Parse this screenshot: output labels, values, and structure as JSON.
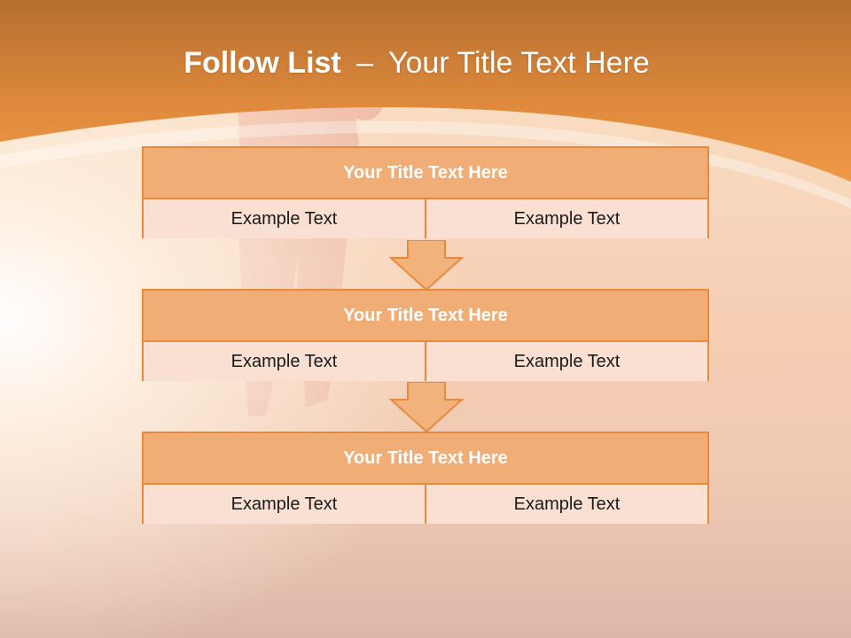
{
  "slide": {
    "title_bold": "Follow List",
    "title_separator": "–",
    "title_rest": "Your Title Text Here"
  },
  "blocks": [
    {
      "title": "Your Title Text Here",
      "left": "Example Text",
      "right": "Example Text"
    },
    {
      "title": "Your Title Text Here",
      "left": "Example Text",
      "right": "Example Text"
    },
    {
      "title": "Your Title Text Here",
      "left": "Example Text",
      "right": "Example Text"
    }
  ],
  "colors": {
    "accent_orange": "#e8893e",
    "header_fill": "#f0ae76",
    "cell_fill": "#f9e0d2",
    "arrow_fill": "#f2b27c"
  }
}
